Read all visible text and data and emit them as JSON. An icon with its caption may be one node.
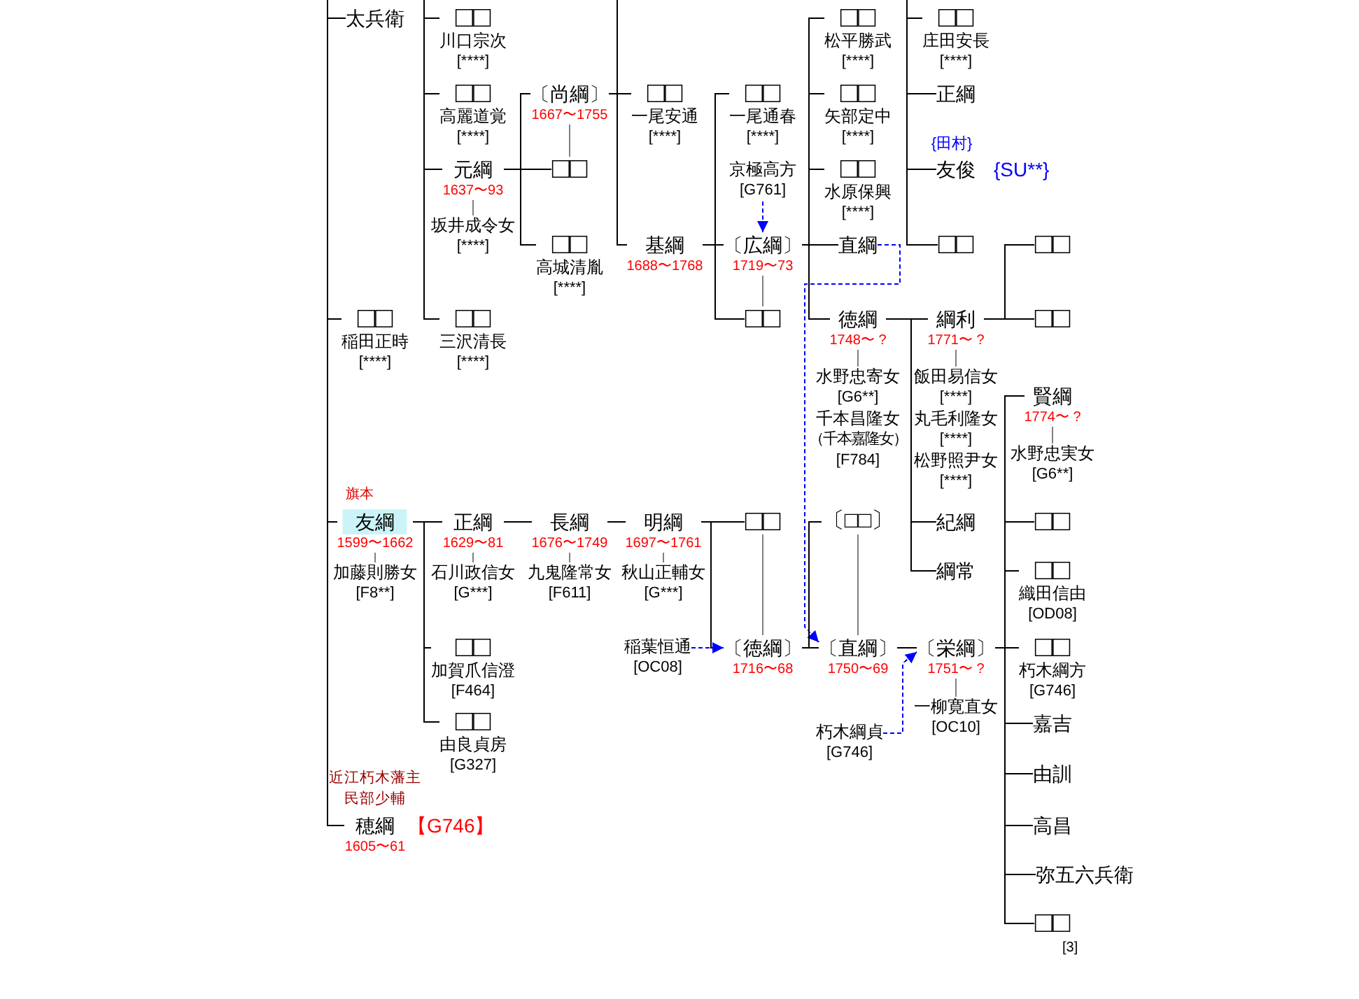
{
  "diagram": {
    "nodes": [
      {
        "text": [
          "太兵衛"
        ]
      },
      {
        "text": [
          "□□",
          "稲田正時",
          "[****]"
        ]
      },
      {
        "text": [
          "友綱",
          "1599〜1662"
        ],
        "beside": [
          "旗本"
        ]
      },
      {
        "text": [
          "加藤則勝女",
          "[F8**]"
        ]
      },
      {
        "text": [
          "穂綱",
          "1605〜61"
        ],
        "beside": [
          "近江朽木藩主",
          "民部少輔",
          "【G746】"
        ]
      },
      {
        "text": [
          "□□",
          "川口宗次",
          "[****]"
        ]
      },
      {
        "text": [
          "□□",
          "高麗道覚",
          "[****]"
        ]
      },
      {
        "text": [
          "元綱",
          "1637〜93"
        ]
      },
      {
        "text": [
          "坂井成令女",
          "[****]"
        ]
      },
      {
        "text": [
          "□□",
          "三沢清長",
          "[****]"
        ]
      },
      {
        "text": [
          "正綱",
          "1629〜81"
        ]
      },
      {
        "text": [
          "石川政信女",
          "[G***]"
        ]
      },
      {
        "text": [
          "□□",
          "加賀爪信澄",
          "[F464]"
        ]
      },
      {
        "text": [
          "□□",
          "由良貞房",
          "[G327]"
        ]
      },
      {
        "text": [
          "〔尚綱〕",
          "1667〜1755"
        ]
      },
      {
        "text": [
          "□□"
        ]
      },
      {
        "text": [
          "□□",
          "高城清胤",
          "[****]"
        ]
      },
      {
        "text": [
          "長綱",
          "1676〜1749"
        ]
      },
      {
        "text": [
          "九鬼隆常女",
          "[F611]"
        ]
      },
      {
        "text": [
          "□□",
          "一尾安通",
          "[****]"
        ]
      },
      {
        "text": [
          "基綱",
          "1688〜1768"
        ]
      },
      {
        "text": [
          "明綱",
          "1697〜1761"
        ]
      },
      {
        "text": [
          "秋山正輔女",
          "[G***]"
        ]
      },
      {
        "text": [
          "稲葉恒通",
          "[OC08]"
        ]
      },
      {
        "text": [
          "□□",
          "一尾通春",
          "[****]"
        ]
      },
      {
        "text": [
          "京極高方",
          "[G761]"
        ]
      },
      {
        "text": [
          "〔広綱〕",
          "1719〜73"
        ]
      },
      {
        "text": [
          "□□"
        ]
      },
      {
        "text": [
          "□□"
        ]
      },
      {
        "text": [
          "〔徳綱〕",
          "1716〜68"
        ]
      },
      {
        "text": [
          "□□",
          "松平勝武",
          "[****]"
        ]
      },
      {
        "text": [
          "□□",
          "矢部定中",
          "[****]"
        ]
      },
      {
        "text": [
          "□□",
          "水原保興",
          "[****]"
        ]
      },
      {
        "text": [
          "直綱"
        ]
      },
      {
        "text": [
          "徳綱",
          "1748〜 ?"
        ]
      },
      {
        "text": [
          "水野忠寄女",
          "[G6**]",
          "千本昌隆女",
          "（千本嘉隆女）",
          "[F784]"
        ]
      },
      {
        "text": [
          "〔□□〕"
        ]
      },
      {
        "text": [
          "〔直綱〕",
          "1750〜69"
        ]
      },
      {
        "text": [
          "朽木綱貞",
          "[G746]"
        ]
      },
      {
        "text": [
          "□□",
          "庄田安長",
          "[****]"
        ]
      },
      {
        "text": [
          "正綱"
        ]
      },
      {
        "text": [
          "友俊"
        ],
        "beside": [
          "{田村}",
          "{SU**}"
        ]
      },
      {
        "text": [
          "□□"
        ]
      },
      {
        "text": [
          "綱利",
          "1771〜 ?"
        ]
      },
      {
        "text": [
          "飯田易信女",
          "[****]",
          "丸毛利隆女",
          "[****]",
          "松野照尹女",
          "[****]"
        ]
      },
      {
        "text": [
          "紀綱"
        ]
      },
      {
        "text": [
          "綱常"
        ]
      },
      {
        "text": [
          "〔栄綱〕",
          "1751〜 ?"
        ]
      },
      {
        "text": [
          "一柳寛直女",
          "[OC10]"
        ]
      },
      {
        "text": [
          "□□"
        ]
      },
      {
        "text": [
          "□□"
        ]
      },
      {
        "text": [
          "賢綱",
          "1774〜 ?"
        ]
      },
      {
        "text": [
          "水野忠実女",
          "[G6**]"
        ]
      },
      {
        "text": [
          "□□"
        ]
      },
      {
        "text": [
          "□□",
          "織田信由",
          "[OD08]"
        ]
      },
      {
        "text": [
          "□□",
          "朽木綱方",
          "[G746]"
        ]
      },
      {
        "text": [
          "嘉吉"
        ]
      },
      {
        "text": [
          "由訓"
        ]
      },
      {
        "text": [
          "高昌"
        ]
      },
      {
        "text": [
          "弥五六兵衛"
        ]
      },
      {
        "text": [
          "□□"
        ],
        "beside": [
          "[3]"
        ]
      }
    ],
    "edges": [
      {
        "from": null,
        "to": 0,
        "arrow": "none"
      },
      {
        "from": null,
        "to": 1,
        "arrow": "none"
      },
      {
        "from": null,
        "to": 2,
        "arrow": "none"
      },
      {
        "from": null,
        "to": 4,
        "arrow": "none"
      },
      {
        "from": null,
        "to": 5,
        "arrow": "none"
      },
      {
        "from": null,
        "to": 6,
        "arrow": "none"
      },
      {
        "from": null,
        "to": 7,
        "arrow": "none"
      },
      {
        "from": null,
        "to": 9,
        "arrow": "none"
      },
      {
        "from": 7,
        "to": 8,
        "arrow": "none",
        "color": "#808080"
      },
      {
        "from": 7,
        "to": 14,
        "arrow": "none"
      },
      {
        "from": 7,
        "to": 15,
        "arrow": "none"
      },
      {
        "from": 7,
        "to": 16,
        "arrow": "none"
      },
      {
        "from": 14,
        "to": 15,
        "arrow": "none",
        "color": "#808080"
      },
      {
        "from": 14,
        "to": 19,
        "arrow": "none"
      },
      {
        "from": null,
        "to": 20,
        "arrow": "none"
      },
      {
        "from": 20,
        "to": 24,
        "arrow": "none"
      },
      {
        "from": 20,
        "to": 26,
        "arrow": "none"
      },
      {
        "from": 20,
        "to": 27,
        "arrow": "none"
      },
      {
        "from": 25,
        "to": 26,
        "arrow": "to",
        "style": "dashed",
        "color": "#0000ff"
      },
      {
        "from": 26,
        "to": 27,
        "arrow": "none",
        "color": "#808080"
      },
      {
        "from": 26,
        "to": 30,
        "arrow": "none"
      },
      {
        "from": 26,
        "to": 31,
        "arrow": "none"
      },
      {
        "from": 26,
        "to": 32,
        "arrow": "none"
      },
      {
        "from": 26,
        "to": 33,
        "arrow": "none"
      },
      {
        "from": 26,
        "to": 34,
        "arrow": "none"
      },
      {
        "from": null,
        "to": 39,
        "arrow": "none"
      },
      {
        "from": null,
        "to": 40,
        "arrow": "none"
      },
      {
        "from": null,
        "to": 41,
        "arrow": "none"
      },
      {
        "from": null,
        "to": 42,
        "arrow": "none"
      },
      {
        "from": 33,
        "to": 37,
        "arrow": "to",
        "style": "dashed",
        "color": "#0000ff"
      },
      {
        "from": 34,
        "to": 35,
        "arrow": "none",
        "color": "#808080"
      },
      {
        "from": 34,
        "to": 43,
        "arrow": "none"
      },
      {
        "from": 34,
        "to": 45,
        "arrow": "none"
      },
      {
        "from": 34,
        "to": 46,
        "arrow": "none"
      },
      {
        "from": 43,
        "to": 44,
        "arrow": "none",
        "color": "#808080"
      },
      {
        "from": 43,
        "to": 49,
        "arrow": "none"
      },
      {
        "from": 43,
        "to": 50,
        "arrow": "none"
      },
      {
        "from": 2,
        "to": 3,
        "arrow": "none",
        "color": "#808080"
      },
      {
        "from": 2,
        "to": 10,
        "arrow": "none"
      },
      {
        "from": 2,
        "to": 12,
        "arrow": "none"
      },
      {
        "from": 2,
        "to": 13,
        "arrow": "none"
      },
      {
        "from": 10,
        "to": 11,
        "arrow": "none",
        "color": "#808080"
      },
      {
        "from": 10,
        "to": 17,
        "arrow": "none"
      },
      {
        "from": 17,
        "to": 18,
        "arrow": "none",
        "color": "#808080"
      },
      {
        "from": 17,
        "to": 21,
        "arrow": "none"
      },
      {
        "from": 21,
        "to": 22,
        "arrow": "none",
        "color": "#808080"
      },
      {
        "from": 21,
        "to": 28,
        "arrow": "none"
      },
      {
        "from": 21,
        "to": 29,
        "arrow": "none"
      },
      {
        "from": 23,
        "to": 29,
        "arrow": "to",
        "style": "dashed",
        "color": "#0000ff"
      },
      {
        "from": 28,
        "to": 29,
        "arrow": "none",
        "color": "#808080"
      },
      {
        "from": 29,
        "to": 36,
        "arrow": "none"
      },
      {
        "from": 29,
        "to": 37,
        "arrow": "none"
      },
      {
        "from": 36,
        "to": 37,
        "arrow": "none",
        "color": "#808080"
      },
      {
        "from": 37,
        "to": 47,
        "arrow": "none"
      },
      {
        "from": 38,
        "to": 47,
        "arrow": "to",
        "style": "dashed",
        "color": "#0000ff"
      },
      {
        "from": 47,
        "to": 48,
        "arrow": "none",
        "color": "#808080"
      },
      {
        "from": 47,
        "to": 51,
        "arrow": "none"
      },
      {
        "from": 47,
        "to": 53,
        "arrow": "none"
      },
      {
        "from": 47,
        "to": 54,
        "arrow": "none"
      },
      {
        "from": 47,
        "to": 55,
        "arrow": "none"
      },
      {
        "from": 47,
        "to": 56,
        "arrow": "none"
      },
      {
        "from": 47,
        "to": 57,
        "arrow": "none"
      },
      {
        "from": 47,
        "to": 58,
        "arrow": "none"
      },
      {
        "from": 47,
        "to": 59,
        "arrow": "none"
      },
      {
        "from": 47,
        "to": 60,
        "arrow": "none"
      },
      {
        "from": 51,
        "to": 52,
        "arrow": "none",
        "color": "#808080"
      }
    ]
  }
}
